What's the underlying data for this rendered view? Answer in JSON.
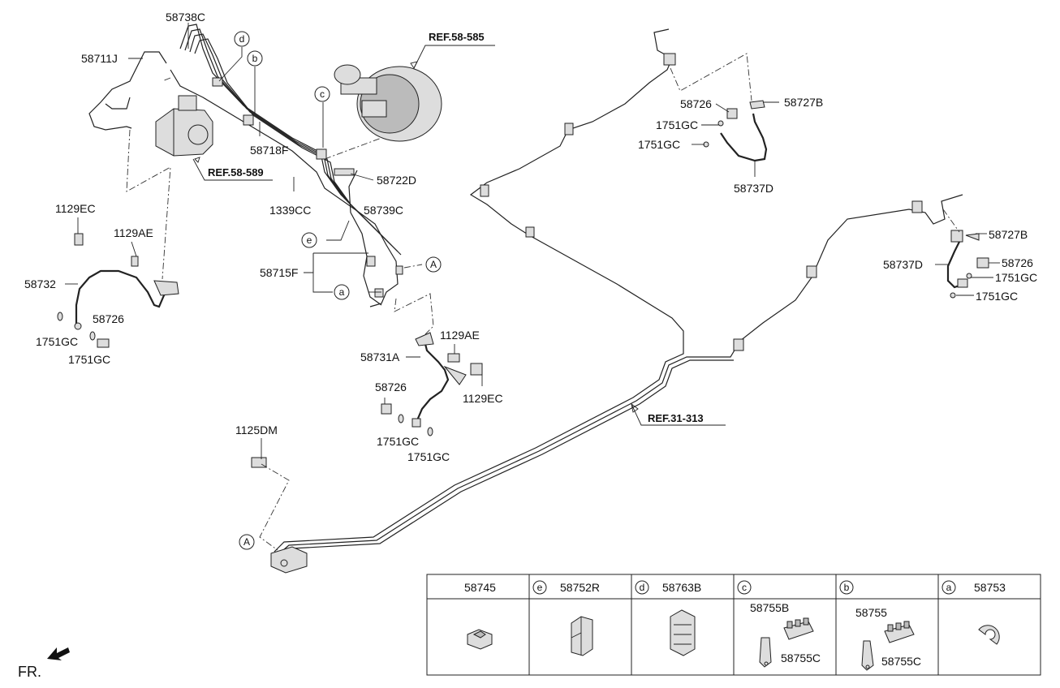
{
  "labels": {
    "p58738C": "58738C",
    "p58711J": "58711J",
    "p58718F": "58718F",
    "p58722D": "58722D",
    "p1339CC": "1339CC",
    "p58739C": "58739C",
    "p58715F": "58715F",
    "p1129EC_l": "1129EC",
    "p1129AE_l": "1129AE",
    "p58732": "58732",
    "p58726_l": "58726",
    "p1751GC_l1": "1751GC",
    "p1751GC_l2": "1751GC",
    "p1129AE_m": "1129AE",
    "p58731A": "58731A",
    "p1129EC_m": "1129EC",
    "p58726_m": "58726",
    "p1751GC_m1": "1751GC",
    "p1751GC_m2": "1751GC",
    "p1125DM": "1125DM",
    "p58726_r1": "58726",
    "p58727B_r1": "58727B",
    "p1751GC_r1": "1751GC",
    "p1751GC_r2": "1751GC",
    "p58737D_r1": "58737D",
    "p58727B_r2": "58727B",
    "p58737D_r2": "58737D",
    "p58726_r2": "58726",
    "p1751GC_r3": "1751GC",
    "p1751GC_r4": "1751GC",
    "fr": "FR."
  },
  "refs": {
    "ref585": "REF.58-585",
    "ref589": "REF.58-589",
    "ref313": "REF.31-313"
  },
  "circles": {
    "a": "a",
    "b": "b",
    "c": "c",
    "d": "d",
    "e": "e",
    "A1": "A",
    "A2": "A"
  },
  "legend": [
    {
      "letter": "",
      "part": "58745"
    },
    {
      "letter": "e",
      "part": "58752R"
    },
    {
      "letter": "d",
      "part": "58763B"
    },
    {
      "letter": "c",
      "part": "",
      "subs": [
        "58755B",
        "58755C"
      ]
    },
    {
      "letter": "b",
      "part": "",
      "subs": [
        "58755",
        "58755C"
      ]
    },
    {
      "letter": "a",
      "part": "58753"
    }
  ]
}
